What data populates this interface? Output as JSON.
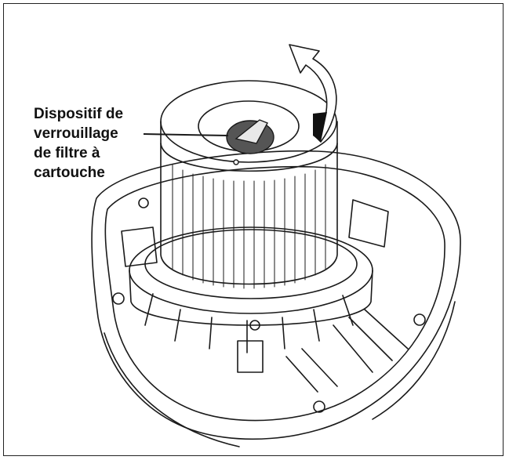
{
  "label": {
    "lines": [
      "Dispositif de",
      "verrouillage",
      "de filtre à",
      "cartouche"
    ]
  },
  "colors": {
    "ink": "#1a1a1a",
    "knob": "#555555",
    "background": "#ffffff"
  },
  "icons": {
    "rotation": "curved-arrow-counterclockwise-icon"
  }
}
